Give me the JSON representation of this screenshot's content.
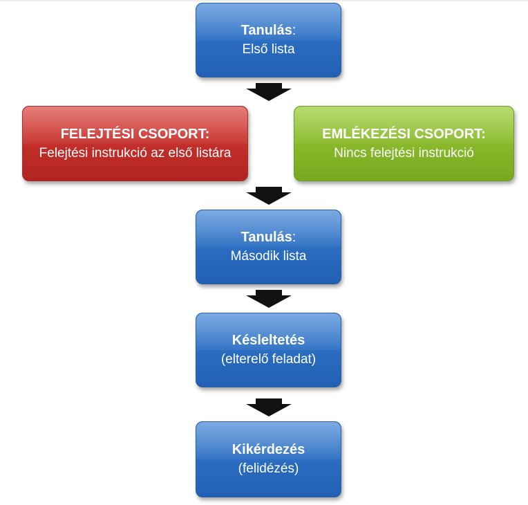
{
  "nodes": {
    "learn_first": {
      "title": "Tanulás",
      "sep": ":",
      "subtitle": "Első lista"
    },
    "forget_group": {
      "title": "FELEJTÉSI CSOPORT:",
      "subtitle": "Felejtési instrukció az első listára"
    },
    "remember_group": {
      "title": "EMLÉKEZÉSI CSOPORT:",
      "subtitle": "Nincs felejtési instrukció"
    },
    "learn_second": {
      "title": "Tanulás",
      "sep": ":",
      "subtitle": "Második lista"
    },
    "delay": {
      "title": "Késleltetés",
      "subtitle": "(elterelő feladat)"
    },
    "test": {
      "title": "Kikérdezés",
      "subtitle": "(felidézés)"
    }
  },
  "colors": {
    "blue": "#2a6cc0",
    "red": "#c22e29",
    "green": "#86b829",
    "arrow": "#111111"
  }
}
